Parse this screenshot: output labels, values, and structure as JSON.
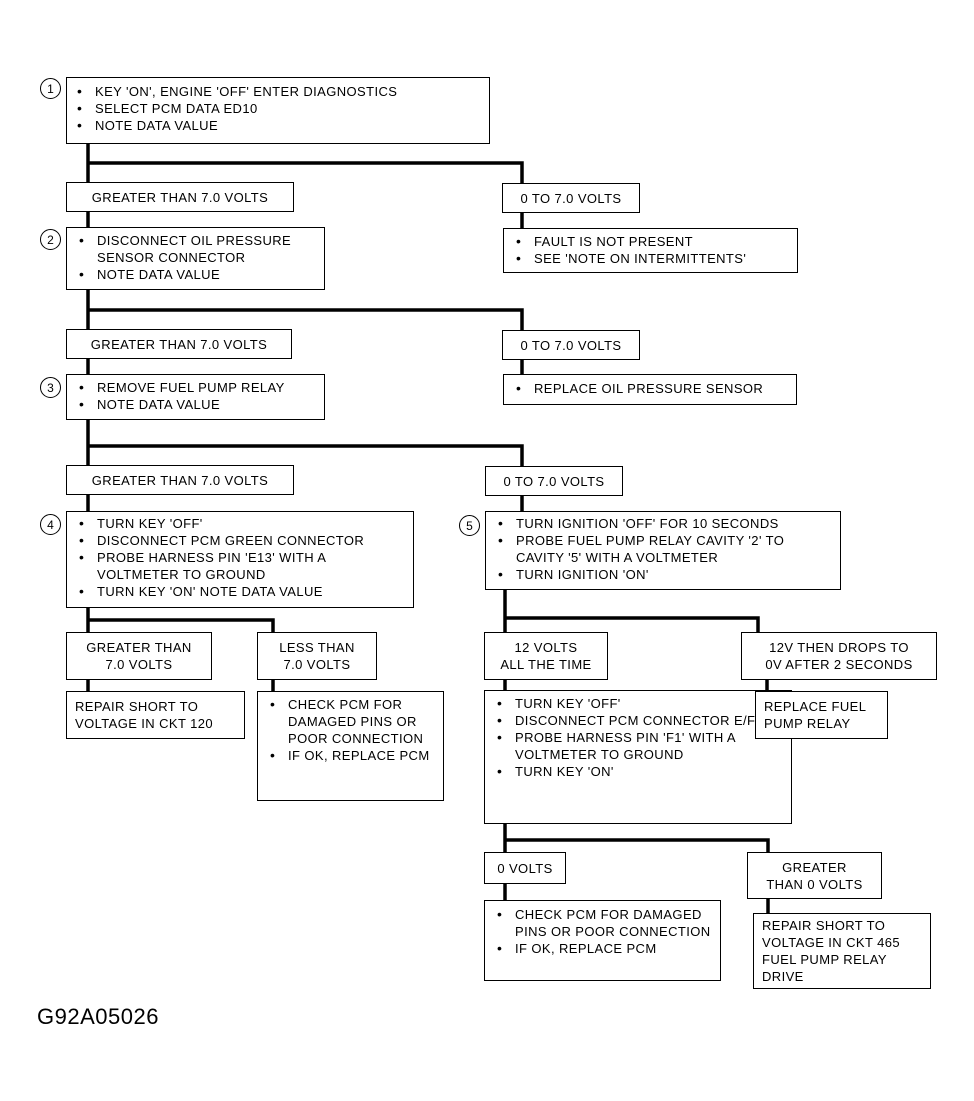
{
  "figure_id": "G92A05026",
  "steps": [
    {
      "number": "1",
      "items": [
        "KEY 'ON', ENGINE 'OFF'   ENTER DIAGNOSTICS",
        "SELECT PCM  DATA  ED10",
        "NOTE DATA VALUE"
      ]
    },
    {
      "number": "2",
      "items": [
        "DISCONNECT OIL PRESSURE SENSOR CONNECTOR",
        "NOTE DATA VALUE"
      ]
    },
    {
      "number": "3",
      "items": [
        "REMOVE FUEL PUMP RELAY",
        "NOTE DATA VALUE"
      ]
    },
    {
      "number": "4",
      "items": [
        "TURN KEY 'OFF'",
        "DISCONNECT PCM GREEN CONNECTOR",
        "PROBE HARNESS PIN 'E13' WITH A VOLTMETER TO GROUND",
        "TURN KEY 'ON'   NOTE DATA VALUE"
      ]
    },
    {
      "number": "5",
      "items": [
        "TURN IGNITION 'OFF' FOR 10 SECONDS",
        "PROBE FUEL PUMP RELAY CAVITY '2' TO CAVITY '5' WITH A VOLTMETER",
        "TURN IGNITION 'ON'"
      ]
    }
  ],
  "conditions": {
    "c1_high": "GREATER THAN 7.0 VOLTS",
    "c1_low": "0 TO 7.0 VOLTS",
    "c2_high": "GREATER THAN 7.0 VOLTS",
    "c2_low": "0 TO 7.0 VOLTS",
    "c3_high": "GREATER THAN 7.0 VOLTS",
    "c3_low": "0 TO 7.0 VOLTS",
    "c4_high": "GREATER THAN\n7.0 VOLTS",
    "c4_low": "LESS THAN\n7.0 VOLTS",
    "c5_constant": "12 VOLTS\nALL THE TIME",
    "c5_drops": "12V THEN DROPS TO\n0V AFTER 2 SECONDS",
    "c6_zero": "0 VOLTS",
    "c6_greater": "GREATER\nTHAN 0 VOLTS"
  },
  "results": {
    "r1_low": [
      "FAULT IS NOT PRESENT",
      "SEE 'NOTE ON INTERMITTENTS'"
    ],
    "r2_low": [
      "REPLACE OIL PRESSURE SENSOR"
    ],
    "r4_high": "REPAIR SHORT TO\nVOLTAGE IN CKT 120",
    "r4_low": [
      "CHECK PCM FOR DAMAGED PINS OR POOR CONNECTION",
      "IF OK,  REPLACE PCM"
    ],
    "r5_constant": [
      "TURN KEY 'OFF'",
      "DISCONNECT PCM CONNECTOR E/F",
      "PROBE HARNESS PIN 'F1' WITH A VOLTMETER TO GROUND",
      "TURN KEY 'ON'"
    ],
    "r5_drops": "REPLACE FUEL\nPUMP RELAY",
    "r6_zero": [
      "CHECK PCM FOR DAMAGED PINS OR POOR CONNECTION",
      "IF OK,  REPLACE PCM"
    ],
    "r6_greater": "REPAIR SHORT TO\nVOLTAGE IN CKT 465\nFUEL PUMP RELAY\nDRIVE"
  }
}
